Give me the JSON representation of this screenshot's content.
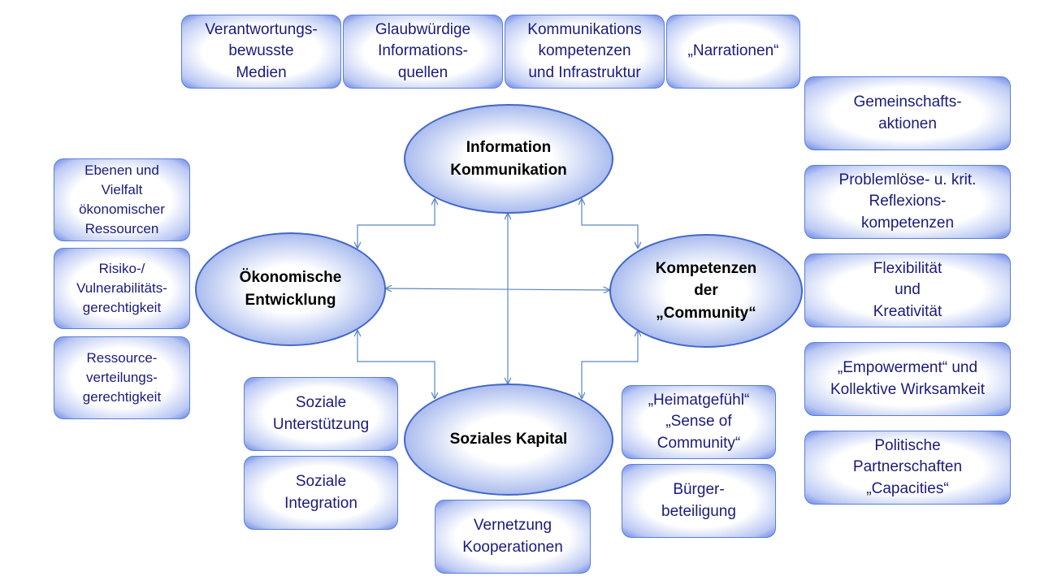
{
  "colors": {
    "box_border": "#5b7fd6",
    "box_text": "#1b1b7a",
    "ellipse_border": "#4267c8",
    "connector": "#5b86c6"
  },
  "center": {
    "top": "Information\nKommunikation",
    "left": "Ökonomische\nEntwicklung",
    "right": "Kompetenzen\nder\n„Community“",
    "bottom": "Soziales Kapital"
  },
  "top_boxes": [
    "Verantwortungs-\nbewusste\nMedien",
    "Glaubwürdige\nInformations-\nquellen",
    "Kommunikations\nkompetenzen\nund Infrastruktur",
    "„Narrationen“"
  ],
  "left_boxes": [
    "Ebenen und\nVielfalt\nökonomischer\nRessourcen",
    "Risiko-/\nVulnerabilitäts-\ngerechtigkeit",
    "Ressource-\nverteilungs-\ngerechtigkeit"
  ],
  "right_boxes": [
    "Gemeinschafts-\naktionen",
    "Problemlöse- u. krit.\nReflexions-\nkompetenzen",
    "Flexibilität\nund\nKreativität",
    "„Empowerment“ und\nKollektive Wirksamkeit",
    "Politische\nPartnerschaften\n„Capacities“"
  ],
  "bottom_left_boxes": [
    "Soziale\nUnterstützung",
    "Soziale\nIntegration"
  ],
  "bottom_center_box": "Vernetzung\nKooperationen",
  "bottom_right_boxes": [
    "„Heimatgefühl“\n„Sense of\nCommunity“",
    "Bürger-\nbeteiligung"
  ]
}
